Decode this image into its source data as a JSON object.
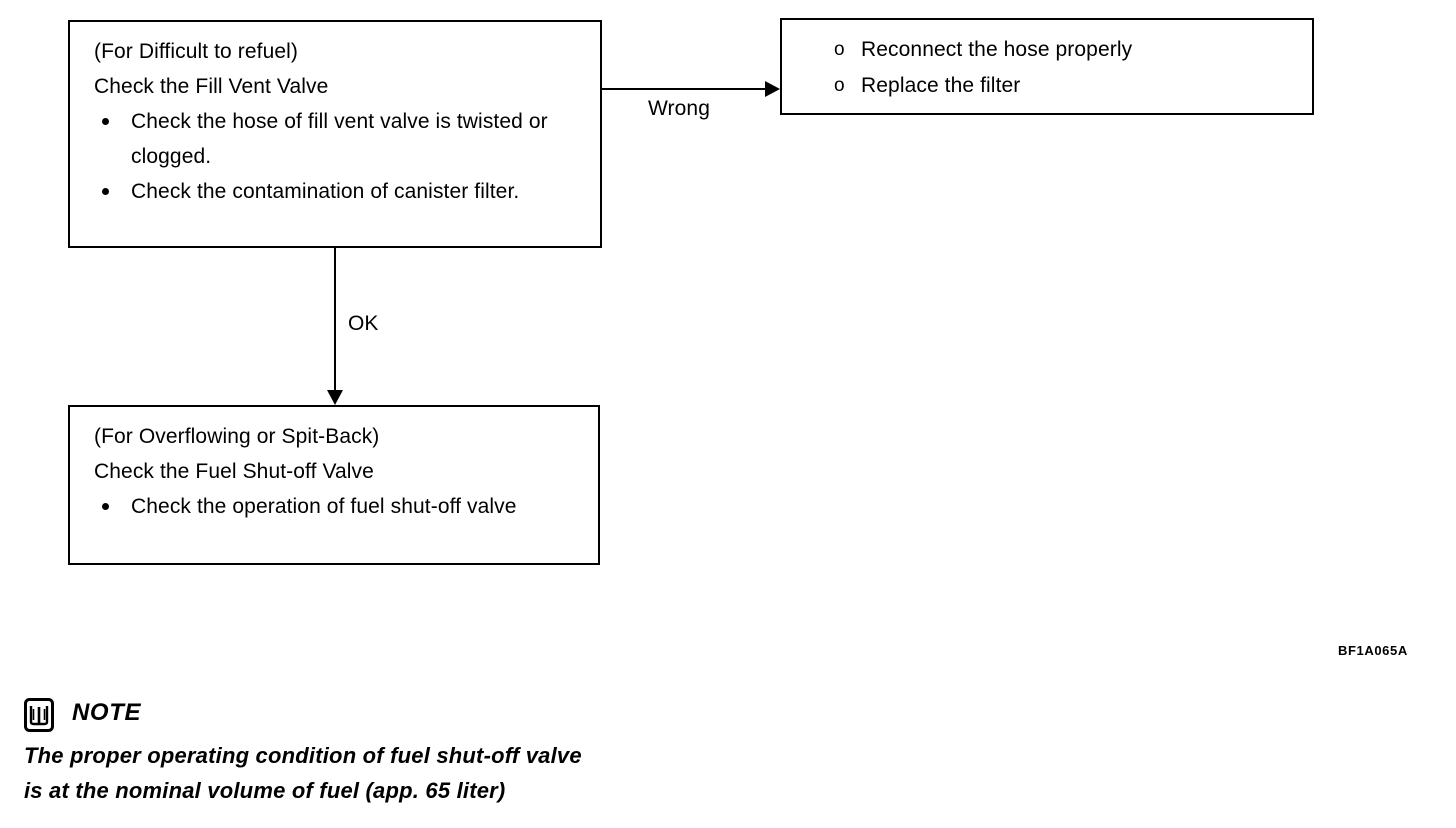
{
  "diagram": {
    "type": "flowchart",
    "figure_code": "BF1A065A",
    "nodes": {
      "fill_vent_valve": {
        "condition": "(For Difficult to refuel)",
        "title": "Check the Fill Vent Valve",
        "bullets": [
          "Check the hose of fill vent valve is twisted or clogged.",
          "Check the contamination of canister filter."
        ]
      },
      "fuel_shutoff_valve": {
        "condition": "(For Overflowing or Spit-Back)",
        "title": "Check the Fuel Shut-off Valve",
        "bullets": [
          "Check the operation of fuel shut-off valve"
        ]
      },
      "corrective_actions": {
        "marker": "o",
        "items": [
          "Reconnect the hose properly",
          "Replace the filter"
        ]
      }
    },
    "connectors": {
      "wrong": "Wrong",
      "ok": "OK"
    }
  },
  "note": {
    "icon": "book-icon",
    "title": "NOTE",
    "lines": [
      "The proper operating condition of fuel shut-off valve",
      "is at the nominal volume of fuel (app. 65 liter)"
    ]
  }
}
